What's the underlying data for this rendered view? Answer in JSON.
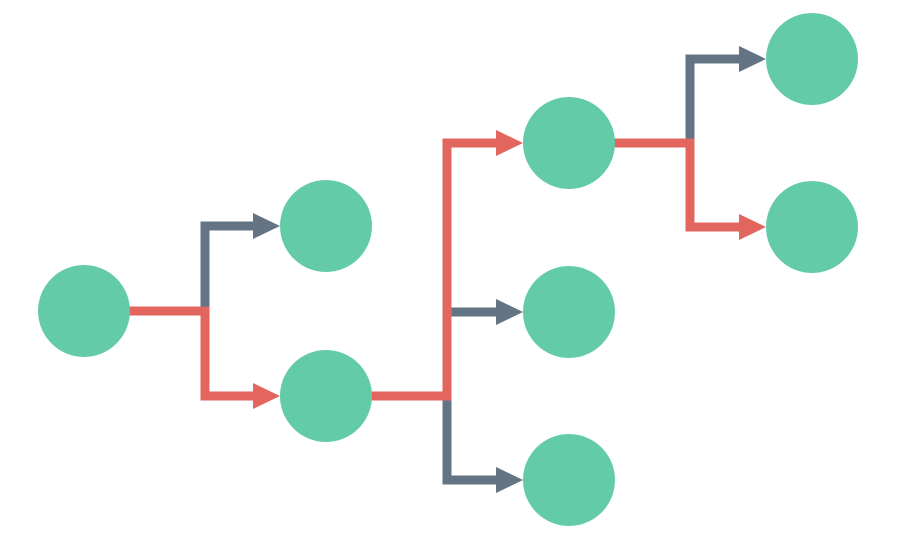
{
  "colors": {
    "node": "#64CBA8",
    "highlight_edge": "#E2665E",
    "edge": "#657485",
    "background": "#FFFFFF"
  },
  "nodes": [
    "root",
    "a1",
    "a2",
    "b1",
    "b2",
    "b3",
    "c1",
    "c2"
  ],
  "edges": [
    {
      "from": "root",
      "to": "a1",
      "highlighted": false
    },
    {
      "from": "root",
      "to": "a2",
      "highlighted": true
    },
    {
      "from": "a2",
      "to": "b1",
      "highlighted": true
    },
    {
      "from": "a2",
      "to": "b2",
      "highlighted": false
    },
    {
      "from": "a2",
      "to": "b3",
      "highlighted": false
    },
    {
      "from": "b1",
      "to": "c1",
      "highlighted": false
    },
    {
      "from": "b1",
      "to": "c2",
      "highlighted": true
    }
  ]
}
